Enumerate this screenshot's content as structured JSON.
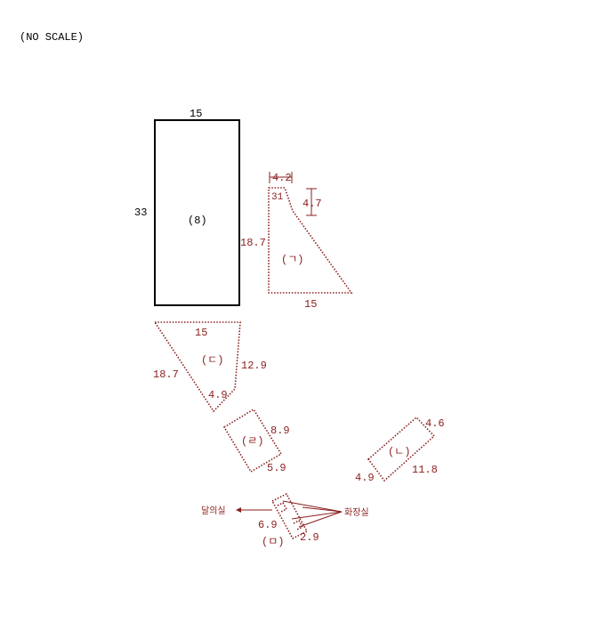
{
  "note": "(NO SCALE)",
  "colors": {
    "main": "#000000",
    "accent": "#8b1e1e"
  },
  "main_plot": {
    "width_label": "15",
    "height_label": "33",
    "id_label": "(8)"
  },
  "piece_giyeok": {
    "id_label": "(ㄱ)",
    "top_label": "4.2",
    "notch_label": "4.7",
    "height_label": "18.7",
    "bottom_label": "15",
    "inner_label": "31"
  },
  "piece_digeut": {
    "id_label": "(ㄷ)",
    "top_label": "15",
    "left_label": "18.7",
    "right_label": "12.9",
    "bottom_label": "4.9"
  },
  "piece_rieul": {
    "id_label": "(ㄹ)",
    "side_label": "8.9",
    "bottom_label": "5.9"
  },
  "piece_nieun": {
    "id_label": "(ㄴ)",
    "short_label": "4.6",
    "left_label": "4.9",
    "long_label": "11.8"
  },
  "piece_mieum": {
    "id_label": "(ㅁ)",
    "left_label": "6.9",
    "bottom_label": "2.9",
    "callout_left": "달의실",
    "callout_right": "화장실"
  }
}
